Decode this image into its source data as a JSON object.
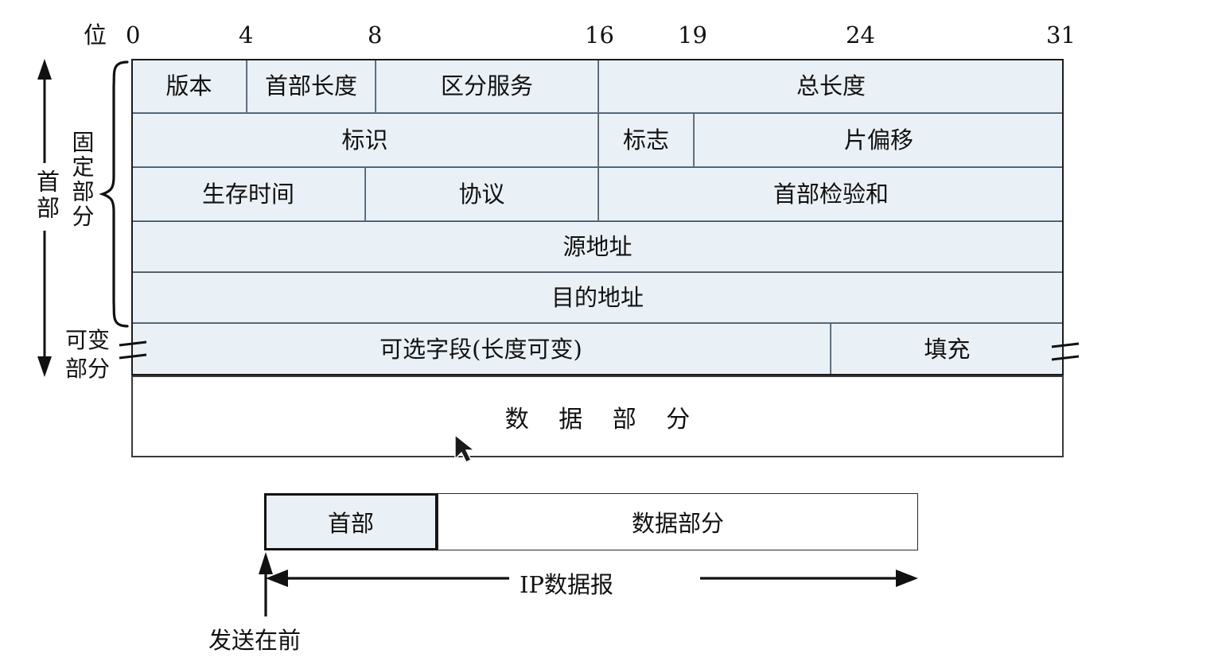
{
  "diagram": {
    "title": "IP datagram format",
    "bit_axis_label": "位",
    "bit_ticks": [
      {
        "label": "0",
        "bit": 0
      },
      {
        "label": "4",
        "bit": 4
      },
      {
        "label": "8",
        "bit": 8
      },
      {
        "label": "16",
        "bit": 16
      },
      {
        "label": "19",
        "bit": 19
      },
      {
        "label": "24",
        "bit": 24
      },
      {
        "label": "31",
        "bit": 31
      }
    ],
    "side_labels": {
      "header": "首部",
      "fixed_part": "固定部分",
      "variable_part_line1": "可变",
      "variable_part_line2": "部分"
    },
    "header_rows": [
      {
        "name": "row-1",
        "cells": [
          {
            "label": "版本",
            "bits": 4
          },
          {
            "label": "首部长度",
            "bits": 4
          },
          {
            "label": "区分服务",
            "bits": 8
          },
          {
            "label": "总长度",
            "bits": 16
          }
        ]
      },
      {
        "name": "row-2",
        "cells": [
          {
            "label": "标识",
            "bits": 16
          },
          {
            "label": "标志",
            "bits": 3
          },
          {
            "label": "片偏移",
            "bits": 13
          }
        ]
      },
      {
        "name": "row-3",
        "cells": [
          {
            "label": "生存时间",
            "bits": 8
          },
          {
            "label": "协议",
            "bits": 8
          },
          {
            "label": "首部检验和",
            "bits": 16
          }
        ]
      },
      {
        "name": "row-4",
        "cells": [
          {
            "label": "源地址",
            "bits": 32
          }
        ]
      },
      {
        "name": "row-5",
        "cells": [
          {
            "label": "目的地址",
            "bits": 32
          }
        ]
      },
      {
        "name": "row-6",
        "cells": [
          {
            "label": "可选字段(长度可变)",
            "bits": 24
          },
          {
            "label": "填充",
            "bits": 8
          }
        ]
      }
    ],
    "data_section_label": "数 据 部 分",
    "datagram_bar": {
      "header_label": "首部",
      "data_label": "数据部分",
      "span_label": "IP数据报",
      "send_first_label": "发送在前"
    },
    "colors": {
      "cell_fill": "#eaf1f6",
      "cell_border": "#50606f",
      "frame_border": "#1c1c1c",
      "data_fill": "#ffffff",
      "page_background": "#ffffff",
      "text": "#111111"
    }
  }
}
